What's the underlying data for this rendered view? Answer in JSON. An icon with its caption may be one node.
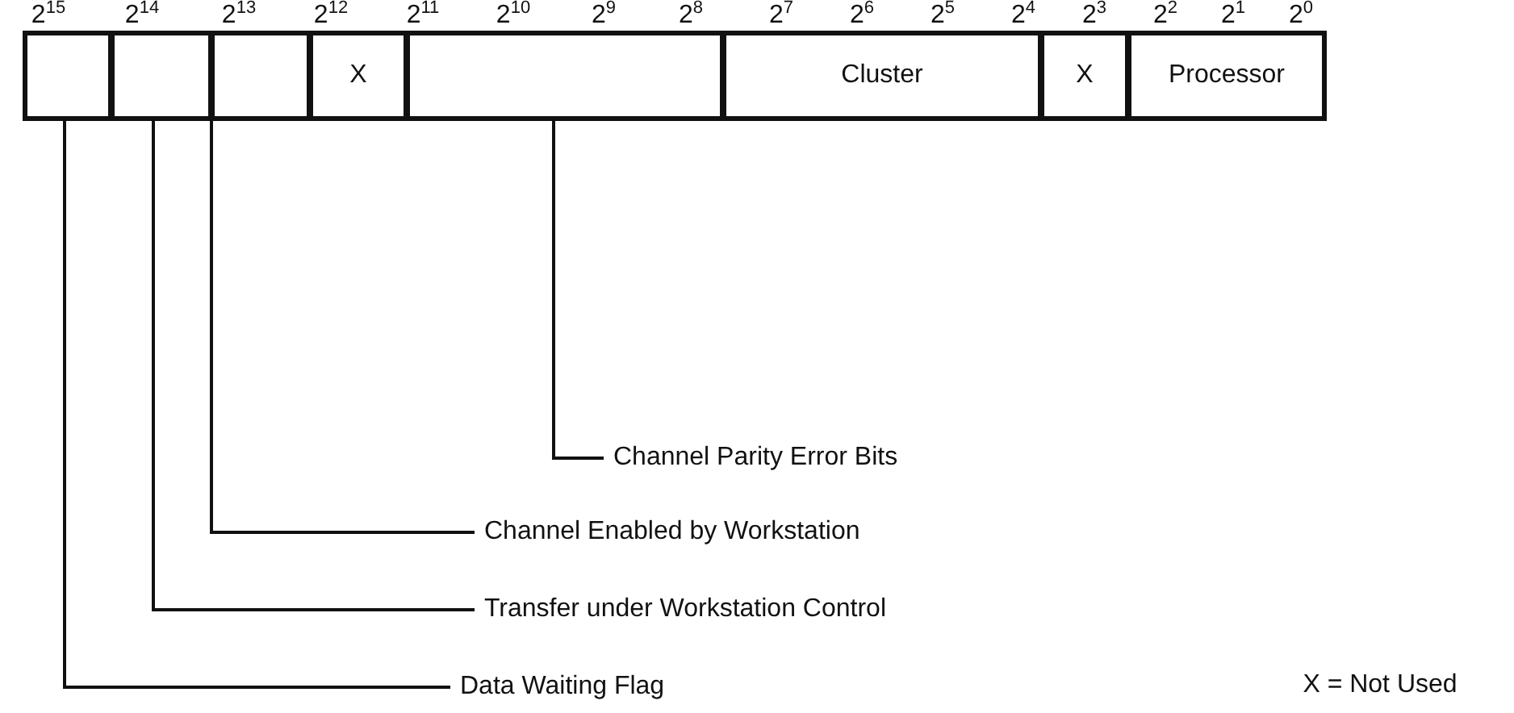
{
  "diagram": {
    "nodes": [
      {
        "text": [],
        "shape": "box"
      },
      {
        "text": [],
        "shape": "box"
      },
      {
        "text": [],
        "shape": "box"
      },
      {
        "text": [
          "X"
        ]
      },
      {
        "text": [],
        "shape": "box"
      },
      {
        "text": [
          "Cluster"
        ]
      },
      {
        "text": [
          "X"
        ]
      },
      {
        "text": [
          "Processor"
        ]
      },
      {
        "text": [
          "Channel Parity Error Bits"
        ]
      },
      {
        "text": [
          "Channel Enabled by Workstation"
        ]
      },
      {
        "text": [
          "Transfer under Workstation Control"
        ]
      },
      {
        "text": [
          "Data Waiting Flag"
        ]
      }
    ],
    "edges": [
      {
        "from": 8,
        "to": 4,
        "arrow": "none"
      },
      {
        "from": 9,
        "to": 2,
        "arrow": "none"
      },
      {
        "from": 10,
        "to": 1,
        "arrow": "none"
      },
      {
        "from": 11,
        "to": 0,
        "arrow": "none"
      }
    ],
    "labels": [
      "2$^{15}$",
      "2$^{14}$",
      "2$^{13}$",
      "2$^{12}$",
      "2$^{11}$",
      "2$^{10}$",
      "2$^{9}$",
      "2$^{8}$",
      "2$^{7}$",
      "2$^{6}$",
      "2$^{5}$",
      "2$^{4}$",
      "2$^{3}$",
      "2$^{2}$",
      "2$^{1}$",
      "2$^{0}$",
      "X = Not Used"
    ]
  }
}
